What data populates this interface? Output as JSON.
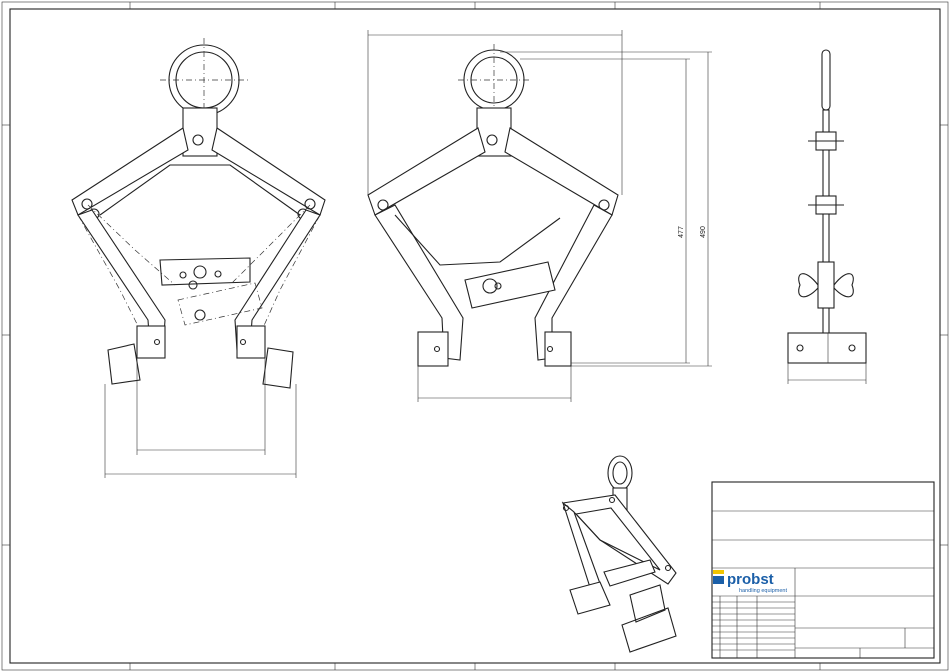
{
  "drawing": {
    "dimensions": {
      "height_inner": "477",
      "height_outer": "490"
    }
  },
  "title_block": {
    "logo_name": "probst",
    "logo_tagline": "handling equipment",
    "logo_colors": {
      "blue": "#1b5fa8",
      "yellow": "#f2c500"
    }
  }
}
